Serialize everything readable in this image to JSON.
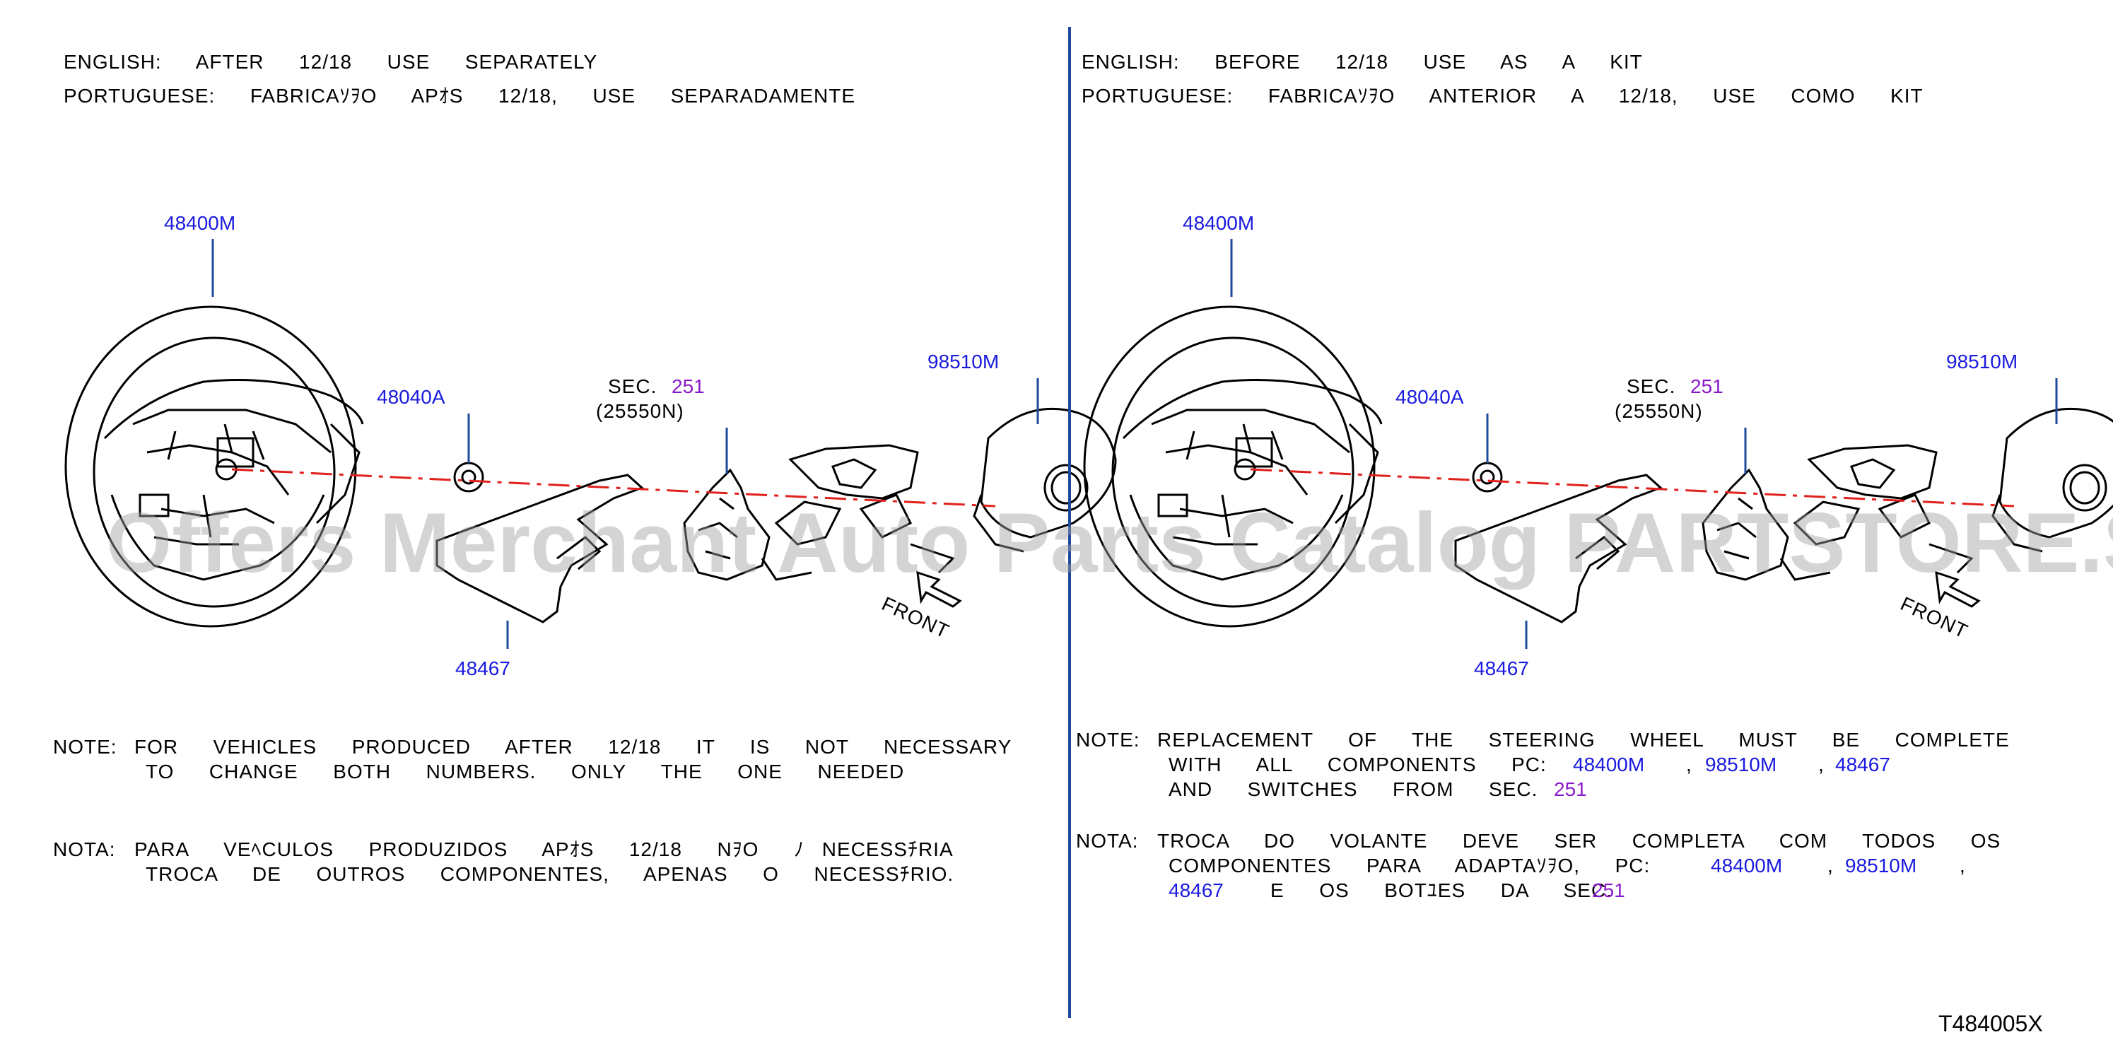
{
  "left": {
    "header": {
      "english": "ENGLISH:  AFTER  12/18  USE  SEPARATELY",
      "portuguese": "PORTUGUESE:  FABRICAｿｦO  APｵS  12/18,  USE  SEPARADAMENTE"
    },
    "parts": {
      "wheel": "48400M",
      "bolt": "48040A",
      "sec_prefix": "SEC.",
      "sec_num": "251",
      "sec_sub": "(25550N)",
      "airbag": "98510M",
      "cover": "48467",
      "front": "FRONT"
    },
    "note": {
      "label": "NOTE:",
      "line1": "FOR  VEHICLES  PRODUCED  AFTER  12/18  IT  IS  NOT  NECESSARY",
      "line2": "TO  CHANGE  BOTH  NUMBERS.  ONLY  THE  ONE  NEEDED"
    },
    "nota": {
      "label": "NOTA:",
      "line1": "PARA  VEﾍCULOS  PRODUZIDOS  APｵS  12/18  NｦO  ﾉ NECESSﾁRIA",
      "line2": "TROCA  DE  OUTROS  COMPONENTES,  APENAS  O  NECESSﾁRIO."
    }
  },
  "right": {
    "header": {
      "english": "ENGLISH:  BEFORE  12/18  USE  AS  A  KIT",
      "portuguese": "PORTUGUESE:  FABRICAｿｦO  ANTERIOR  A  12/18,  USE  COMO  KIT"
    },
    "parts": {
      "wheel": "48400M",
      "bolt": "48040A",
      "sec_prefix": "SEC.",
      "sec_num": "251",
      "sec_sub": "(25550N)",
      "airbag": "98510M",
      "cover": "48467",
      "front": "FRONT"
    },
    "note": {
      "label": "NOTE:",
      "line1": "REPLACEMENT  OF  THE  STEERING  WHEEL  MUST  BE  COMPLETE",
      "line2": "WITH  ALL  COMPONENTS  PC:",
      "line3": "AND  SWITCHES  FROM  SEC.",
      "comma": ",",
      "p1": "48400M",
      "p2": "98510M",
      "p3": "48467",
      "sec": "251"
    },
    "nota": {
      "label": "NOTA:",
      "line1": "TROCA  DO  VOLANTE  DEVE  SER  COMPLETA  COM  TODOS  OS",
      "line2": "COMPONENTES  PARA  ADAPTAｿｦO,  PC:",
      "line3": "E  OS  BOTﾕES  DA  SEC.",
      "comma": ",",
      "p1": "48400M",
      "p2": "98510M",
      "p3": "48467",
      "sec": "251"
    }
  },
  "watermark": "Offers Merchant Auto Parts Catalog PARTSTORE.SA",
  "figure_code": "T484005X",
  "colors": {
    "part_number": "#1a1adf",
    "section_ref": "#8a1ac9",
    "axis_line": "#e0201c",
    "divider": "#1e4a9c",
    "leader": "#1e4a9c"
  }
}
